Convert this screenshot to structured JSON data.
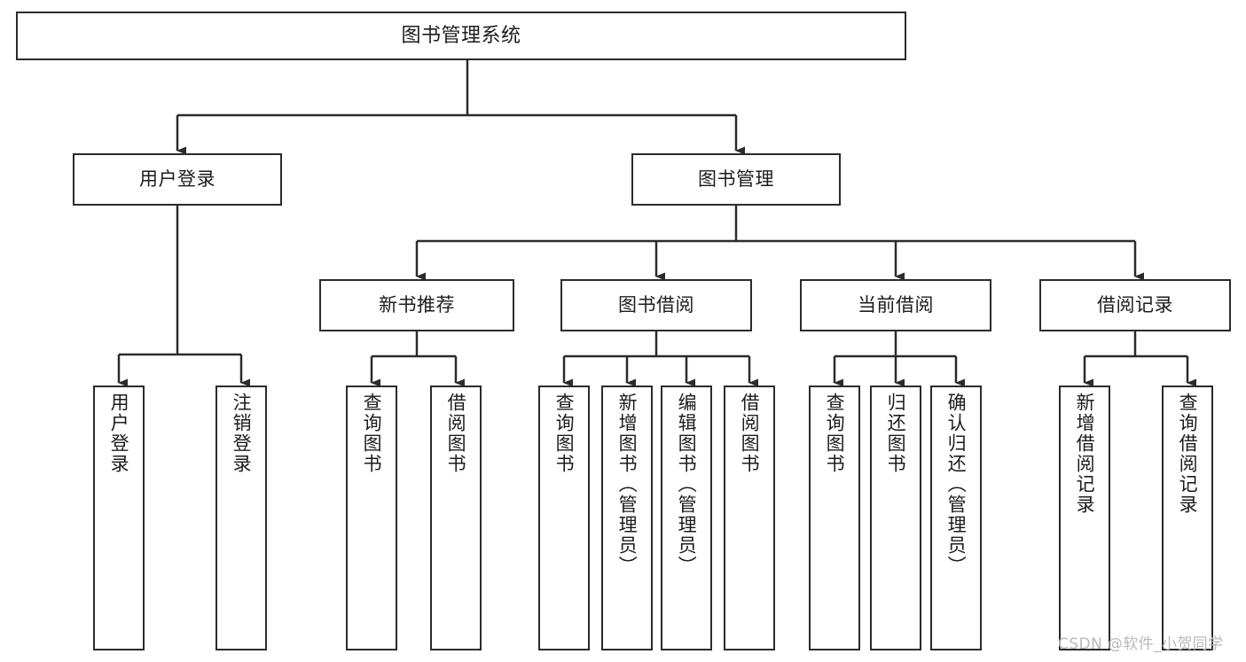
{
  "diagram": {
    "title": "图书管理系统",
    "type": "functional-structure-tree",
    "watermark": "CSDN @软件_小贺同学",
    "colors": {
      "background": "#ffffff",
      "box_border": "#2b2b2b",
      "box_fill": "#ffffff",
      "text": "#1c1c1c",
      "edge": "#2b2b2b",
      "watermark": "#b9b9b9"
    }
  },
  "nodes": {
    "root": {
      "label": "图书管理系统",
      "level": 1,
      "orientation": "horizontal"
    },
    "level2": [
      {
        "id": "user-login",
        "label": "用户登录",
        "orientation": "horizontal"
      },
      {
        "id": "book-management",
        "label": "图书管理",
        "orientation": "horizontal"
      }
    ],
    "level3": [
      {
        "id": "new-book-recommend",
        "label": "新书推荐",
        "orientation": "horizontal",
        "parent": "book-management"
      },
      {
        "id": "book-borrow",
        "label": "图书借阅",
        "orientation": "horizontal",
        "parent": "book-management"
      },
      {
        "id": "current-borrow",
        "label": "当前借阅",
        "orientation": "horizontal",
        "parent": "book-management"
      },
      {
        "id": "borrow-record",
        "label": "借阅记录",
        "orientation": "horizontal",
        "parent": "book-management"
      }
    ],
    "leaves": [
      {
        "id": "leaf-user-login",
        "label": "用户登录",
        "orientation": "vertical",
        "parent": "user-login"
      },
      {
        "id": "leaf-user-logout",
        "label": "注销登录",
        "orientation": "vertical",
        "parent": "user-login"
      },
      {
        "id": "leaf-query-book-1",
        "label": "查询图书",
        "orientation": "vertical",
        "parent": "new-book-recommend"
      },
      {
        "id": "leaf-borrow-book-1",
        "label": "借阅图书",
        "orientation": "vertical",
        "parent": "new-book-recommend"
      },
      {
        "id": "leaf-query-book-2",
        "label": "查询图书",
        "orientation": "vertical",
        "parent": "book-borrow"
      },
      {
        "id": "leaf-add-book",
        "label": "新增图书（管理员）",
        "orientation": "vertical",
        "parent": "book-borrow"
      },
      {
        "id": "leaf-edit-book",
        "label": "编辑图书（管理员）",
        "orientation": "vertical",
        "parent": "book-borrow"
      },
      {
        "id": "leaf-borrow-book-2",
        "label": "借阅图书",
        "orientation": "vertical",
        "parent": "book-borrow"
      },
      {
        "id": "leaf-query-book-3",
        "label": "查询图书",
        "orientation": "vertical",
        "parent": "current-borrow"
      },
      {
        "id": "leaf-return-book",
        "label": "归还图书",
        "orientation": "vertical",
        "parent": "current-borrow"
      },
      {
        "id": "leaf-confirm-return",
        "label": "确认归还（管理员）",
        "orientation": "vertical",
        "parent": "current-borrow"
      },
      {
        "id": "leaf-add-record",
        "label": "新增借阅记录",
        "orientation": "vertical",
        "parent": "borrow-record"
      },
      {
        "id": "leaf-query-record",
        "label": "查询借阅记录",
        "orientation": "vertical",
        "parent": "borrow-record"
      }
    ]
  }
}
